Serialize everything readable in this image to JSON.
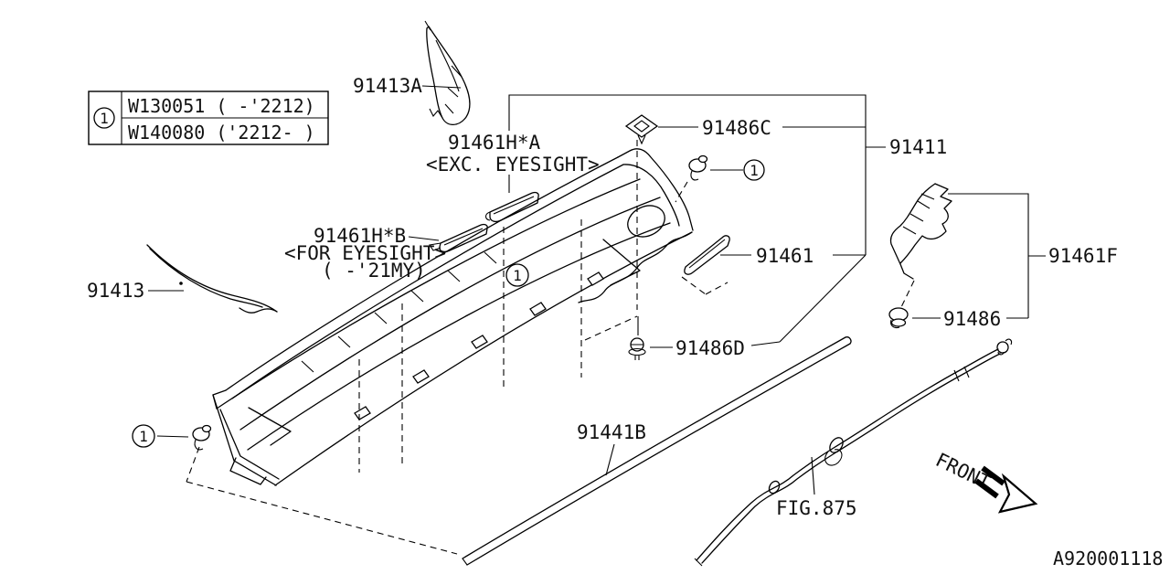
{
  "ref_table": {
    "marker": "1",
    "rows": [
      "W130051 ( -'2212)",
      "W140080 ('2212- )"
    ]
  },
  "clip_marker": "1",
  "parts": {
    "p91413A": "91413A",
    "p91461HA": "91461H*A",
    "p91461HA_note": "<EXC. EYESIGHT>",
    "p91486C": "91486C",
    "p91411": "91411",
    "p91461HB": "91461H*B",
    "p91461HB_note1": "<FOR EYESIGHT>",
    "p91461HB_note2": "( -'21MY)",
    "p91461": "91461",
    "p91461F": "91461F",
    "p91413": "91413",
    "p91486": "91486",
    "p91486D": "91486D",
    "p91441B": "91441B"
  },
  "references": {
    "fig": "FIG.875",
    "front": "FRONT",
    "doc_code": "A920001118"
  },
  "colors": {
    "line": "#000000",
    "background": "#ffffff"
  }
}
